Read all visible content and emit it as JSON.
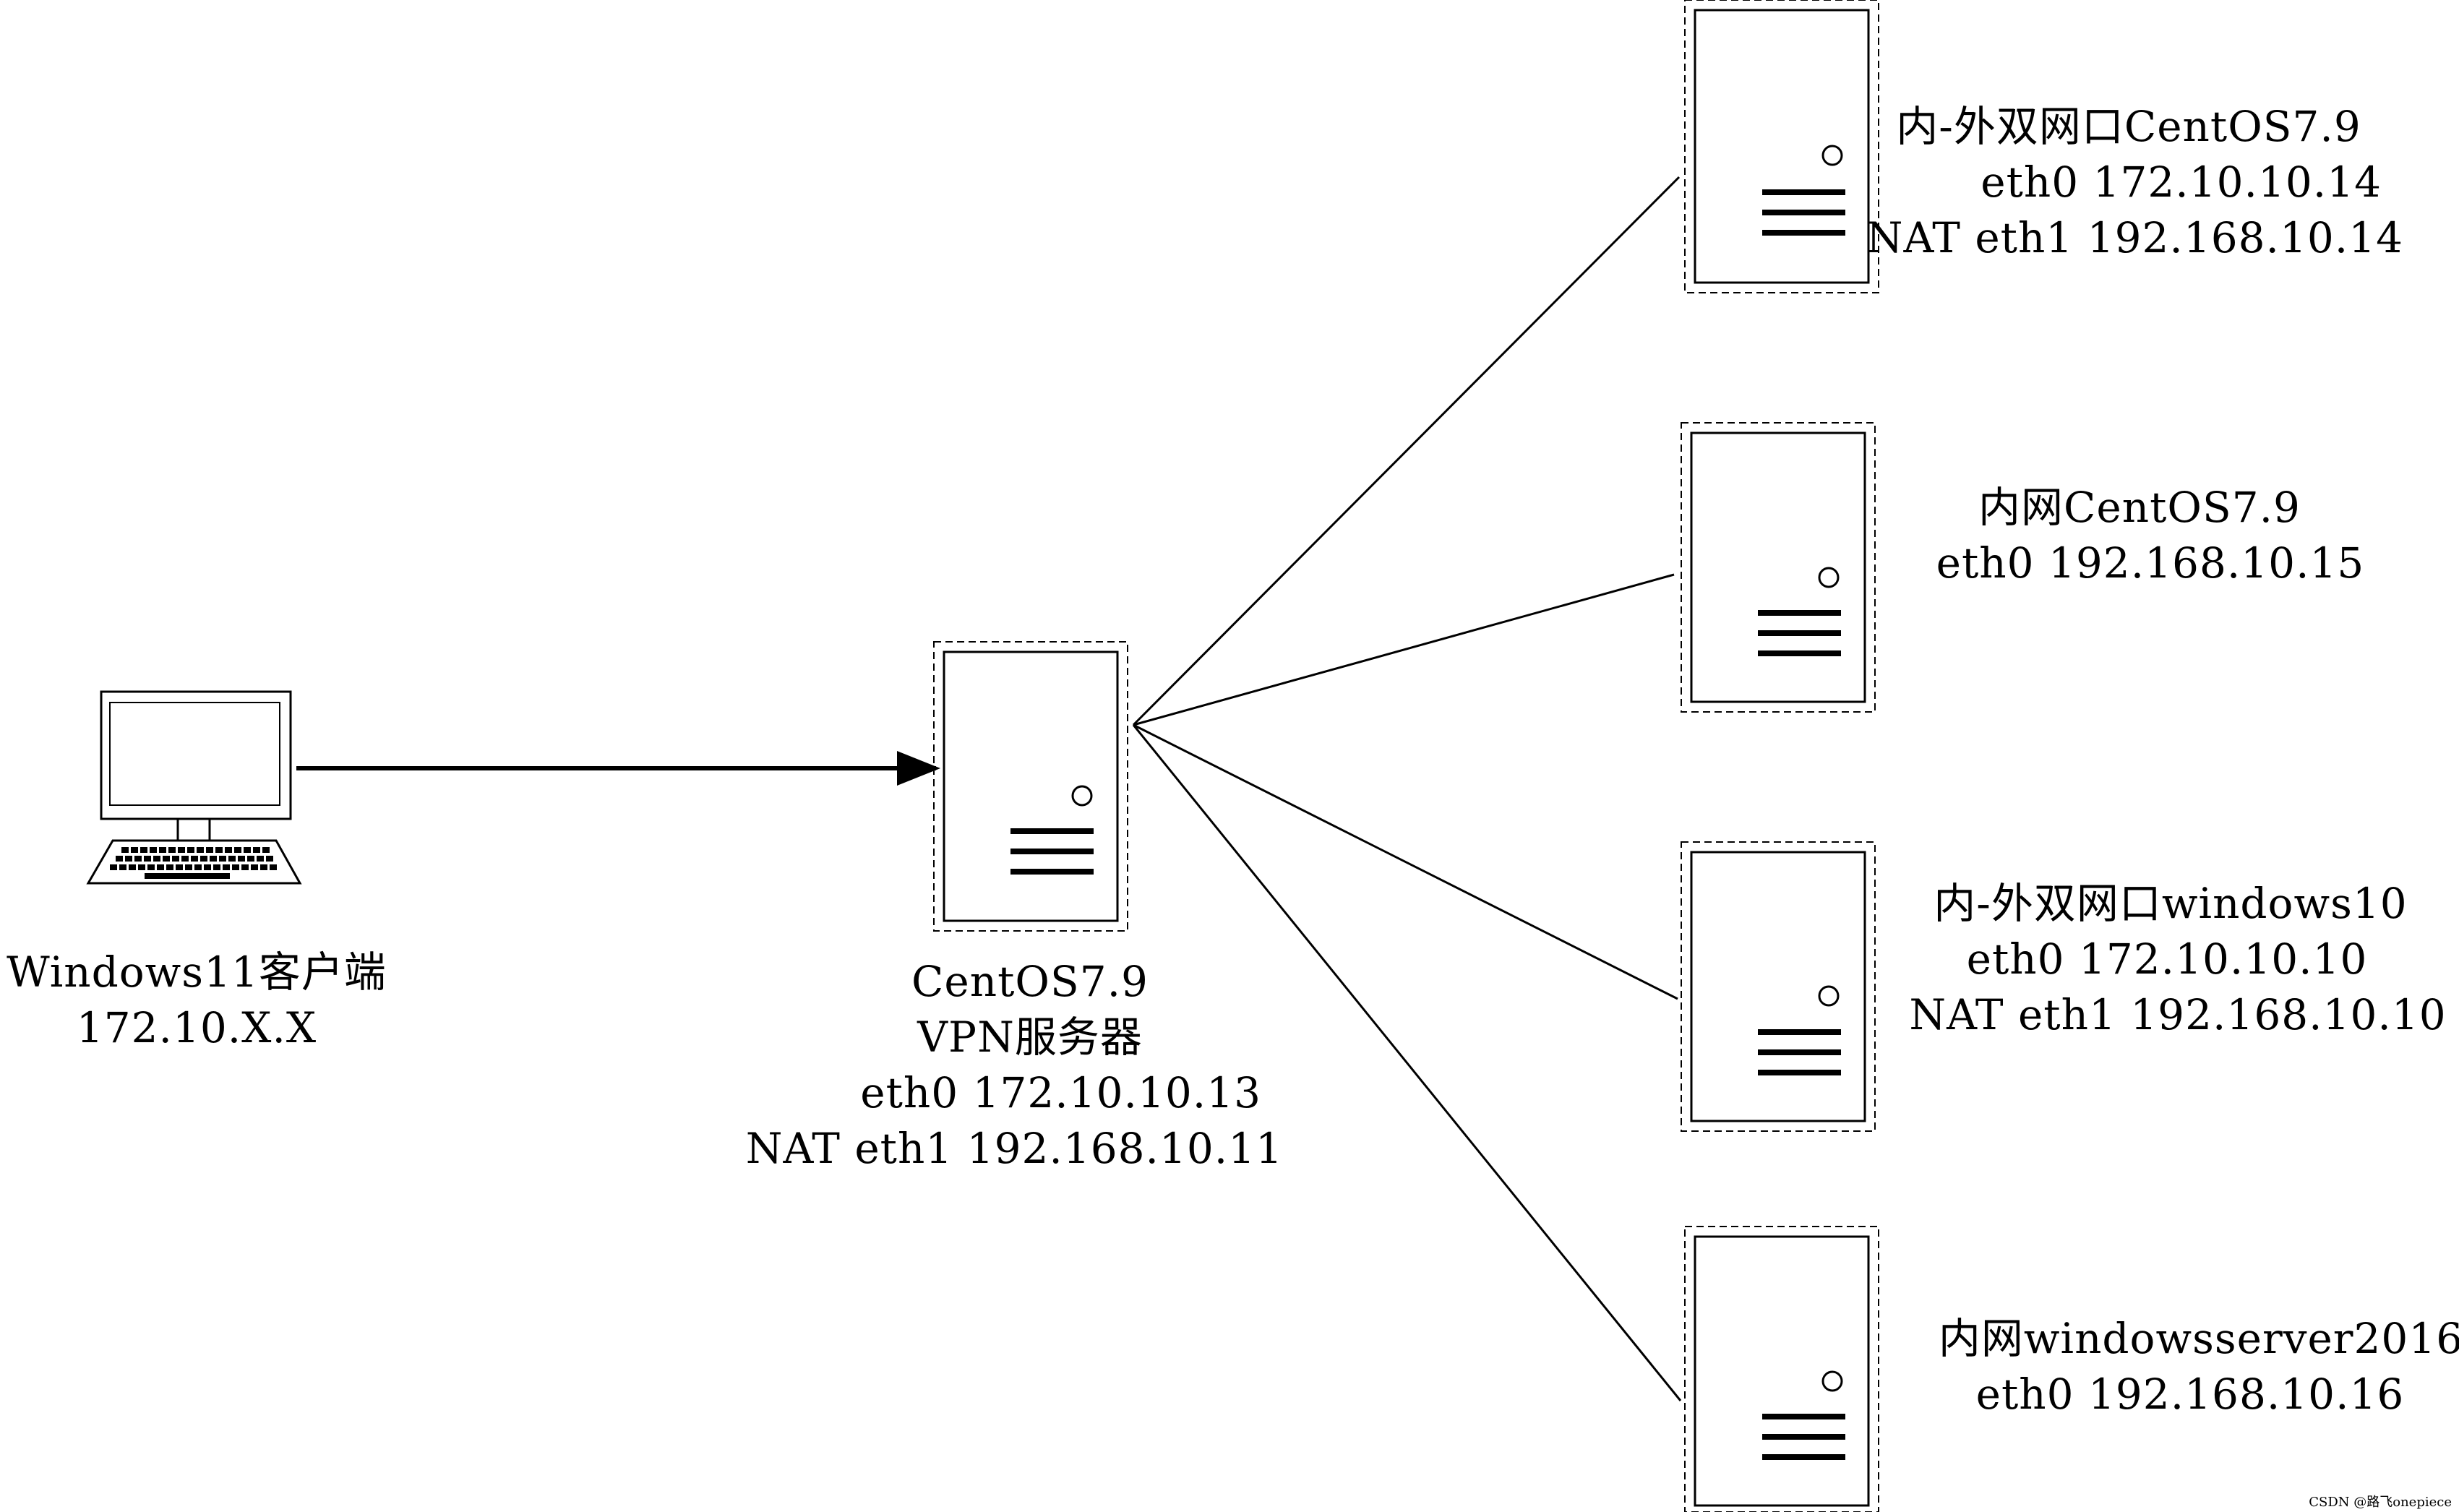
{
  "client": {
    "name": "Windows11客户端",
    "ip": "172.10.X.X",
    "icon": "laptop-icon"
  },
  "vpn_server": {
    "os": "CentOS7.9",
    "role": "VPN服务器",
    "eth0": "eth0 172.10.10.13",
    "eth1": "NAT eth1 192.168.10.11",
    "icon": "server-icon"
  },
  "servers": [
    {
      "name": "内-外双网口CentOS7.9",
      "eth0": "eth0 172.10.10.14",
      "eth1": "NAT eth1 192.168.10.14",
      "icon": "server-icon"
    },
    {
      "name": "内网CentOS7.9",
      "eth0": "eth0 192.168.10.15",
      "icon": "server-icon"
    },
    {
      "name": "内-外双网口windows10",
      "eth0": "eth0 172.10.10.10",
      "eth1": "NAT eth1 192.168.10.10",
      "icon": "server-icon"
    },
    {
      "name": "内网windowsserver2016",
      "eth0": "eth0 192.168.10.16",
      "icon": "server-icon"
    }
  ],
  "watermark": "CSDN @路飞onepiece",
  "colors": {
    "stroke": "#000000",
    "background": "#ffffff",
    "watermark": "#9a9a9a"
  }
}
